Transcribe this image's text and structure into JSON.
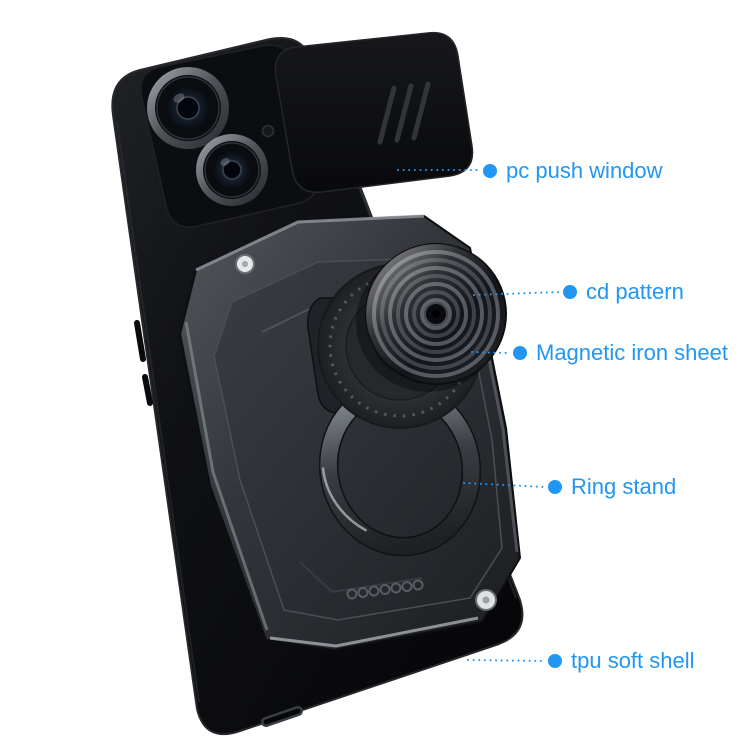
{
  "colors": {
    "accent": "#2196f3",
    "case-black": "#0b0c0f",
    "plate-gray": "#34373c",
    "background": "#ffffff"
  },
  "annotations": {
    "labels": [
      {
        "id": "pc-push-window",
        "text": "pc push window"
      },
      {
        "id": "cd-pattern",
        "text": "cd pattern"
      },
      {
        "id": "magnetic-iron-sheet",
        "text": "Magnetic iron sheet"
      },
      {
        "id": "ring-stand",
        "text": "Ring stand"
      },
      {
        "id": "tpu-soft-shell",
        "text": "tpu soft shell"
      }
    ]
  }
}
